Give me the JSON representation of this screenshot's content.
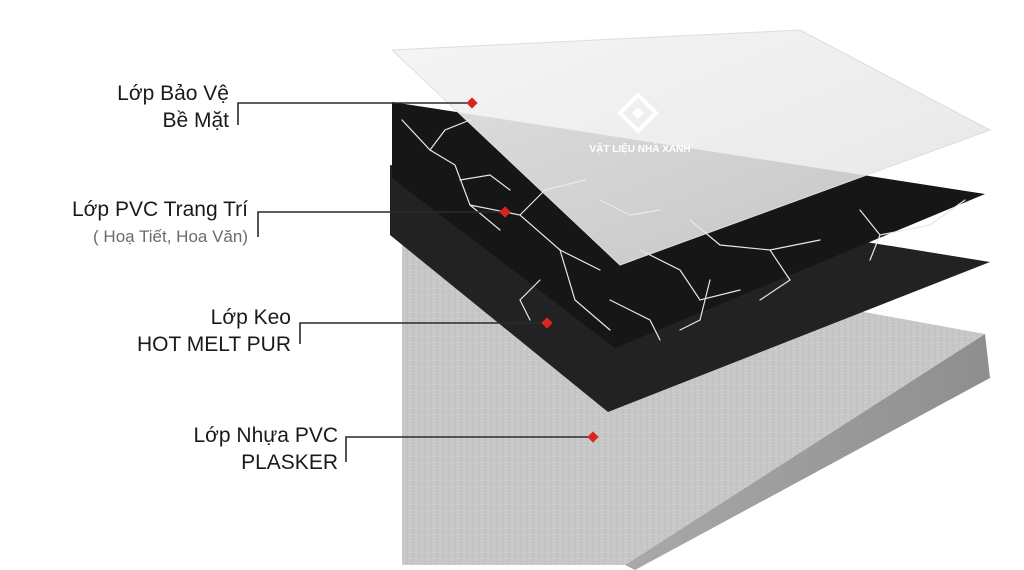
{
  "labels": {
    "protective": {
      "line1": "Lớp Bảo Vệ",
      "line2": "Bề Mặt"
    },
    "decor": {
      "line1": "Lớp PVC Trang Trí",
      "line2": "( Hoạ Tiết, Hoa Văn)"
    },
    "glue": {
      "line1": "Lớp Keo",
      "line2": "HOT MELT PUR"
    },
    "core": {
      "line1": "Lớp Nhựa PVC",
      "line2": "PLASKER"
    }
  },
  "watermark": {
    "text": "VẬT LIỆU NHÀ XANH"
  },
  "colors": {
    "leader_line": "#2a2a2a",
    "marker": "#d7261f",
    "core_top": "#c9c9c9",
    "core_edge": "#9a9a9a",
    "glue_layer": "#222222",
    "marble_base": "#161616",
    "marble_veins": "#e8e8e8",
    "protective_film": "#eeeeee"
  }
}
